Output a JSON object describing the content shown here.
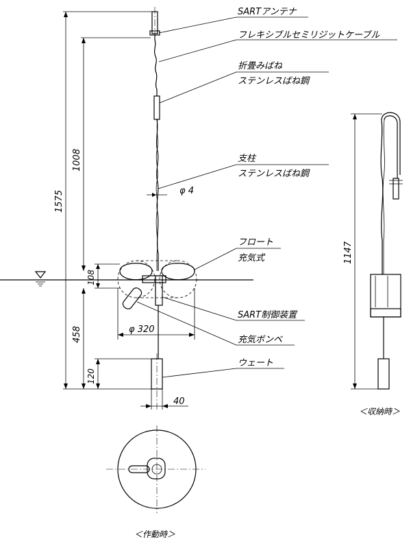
{
  "labels": {
    "sart_antenna": "SARTアンテナ",
    "flex_cable": "フレキシブルセミリジットケーブル",
    "folding_spring": "折畳みばね",
    "stainless_spring_1": "ステンレスばね鋼",
    "support_post": "支柱",
    "stainless_spring_2": "ステンレスばね鋼",
    "diameter_4": "φ 4",
    "float": "フロート",
    "inflatable": "充気式",
    "sart_controller": "SART制御装置",
    "diameter_320": "φ 320",
    "gas_cylinder": "充気ボンベ",
    "weight": "ウェート"
  },
  "dimensions": {
    "d1575": "1575",
    "d1008": "1008",
    "d108": "108",
    "d458": "458",
    "d120": "120",
    "d40": "40",
    "d1147": "1147"
  },
  "captions": {
    "stowed": "＜収納時＞",
    "deployed": "＜作動時＞"
  }
}
